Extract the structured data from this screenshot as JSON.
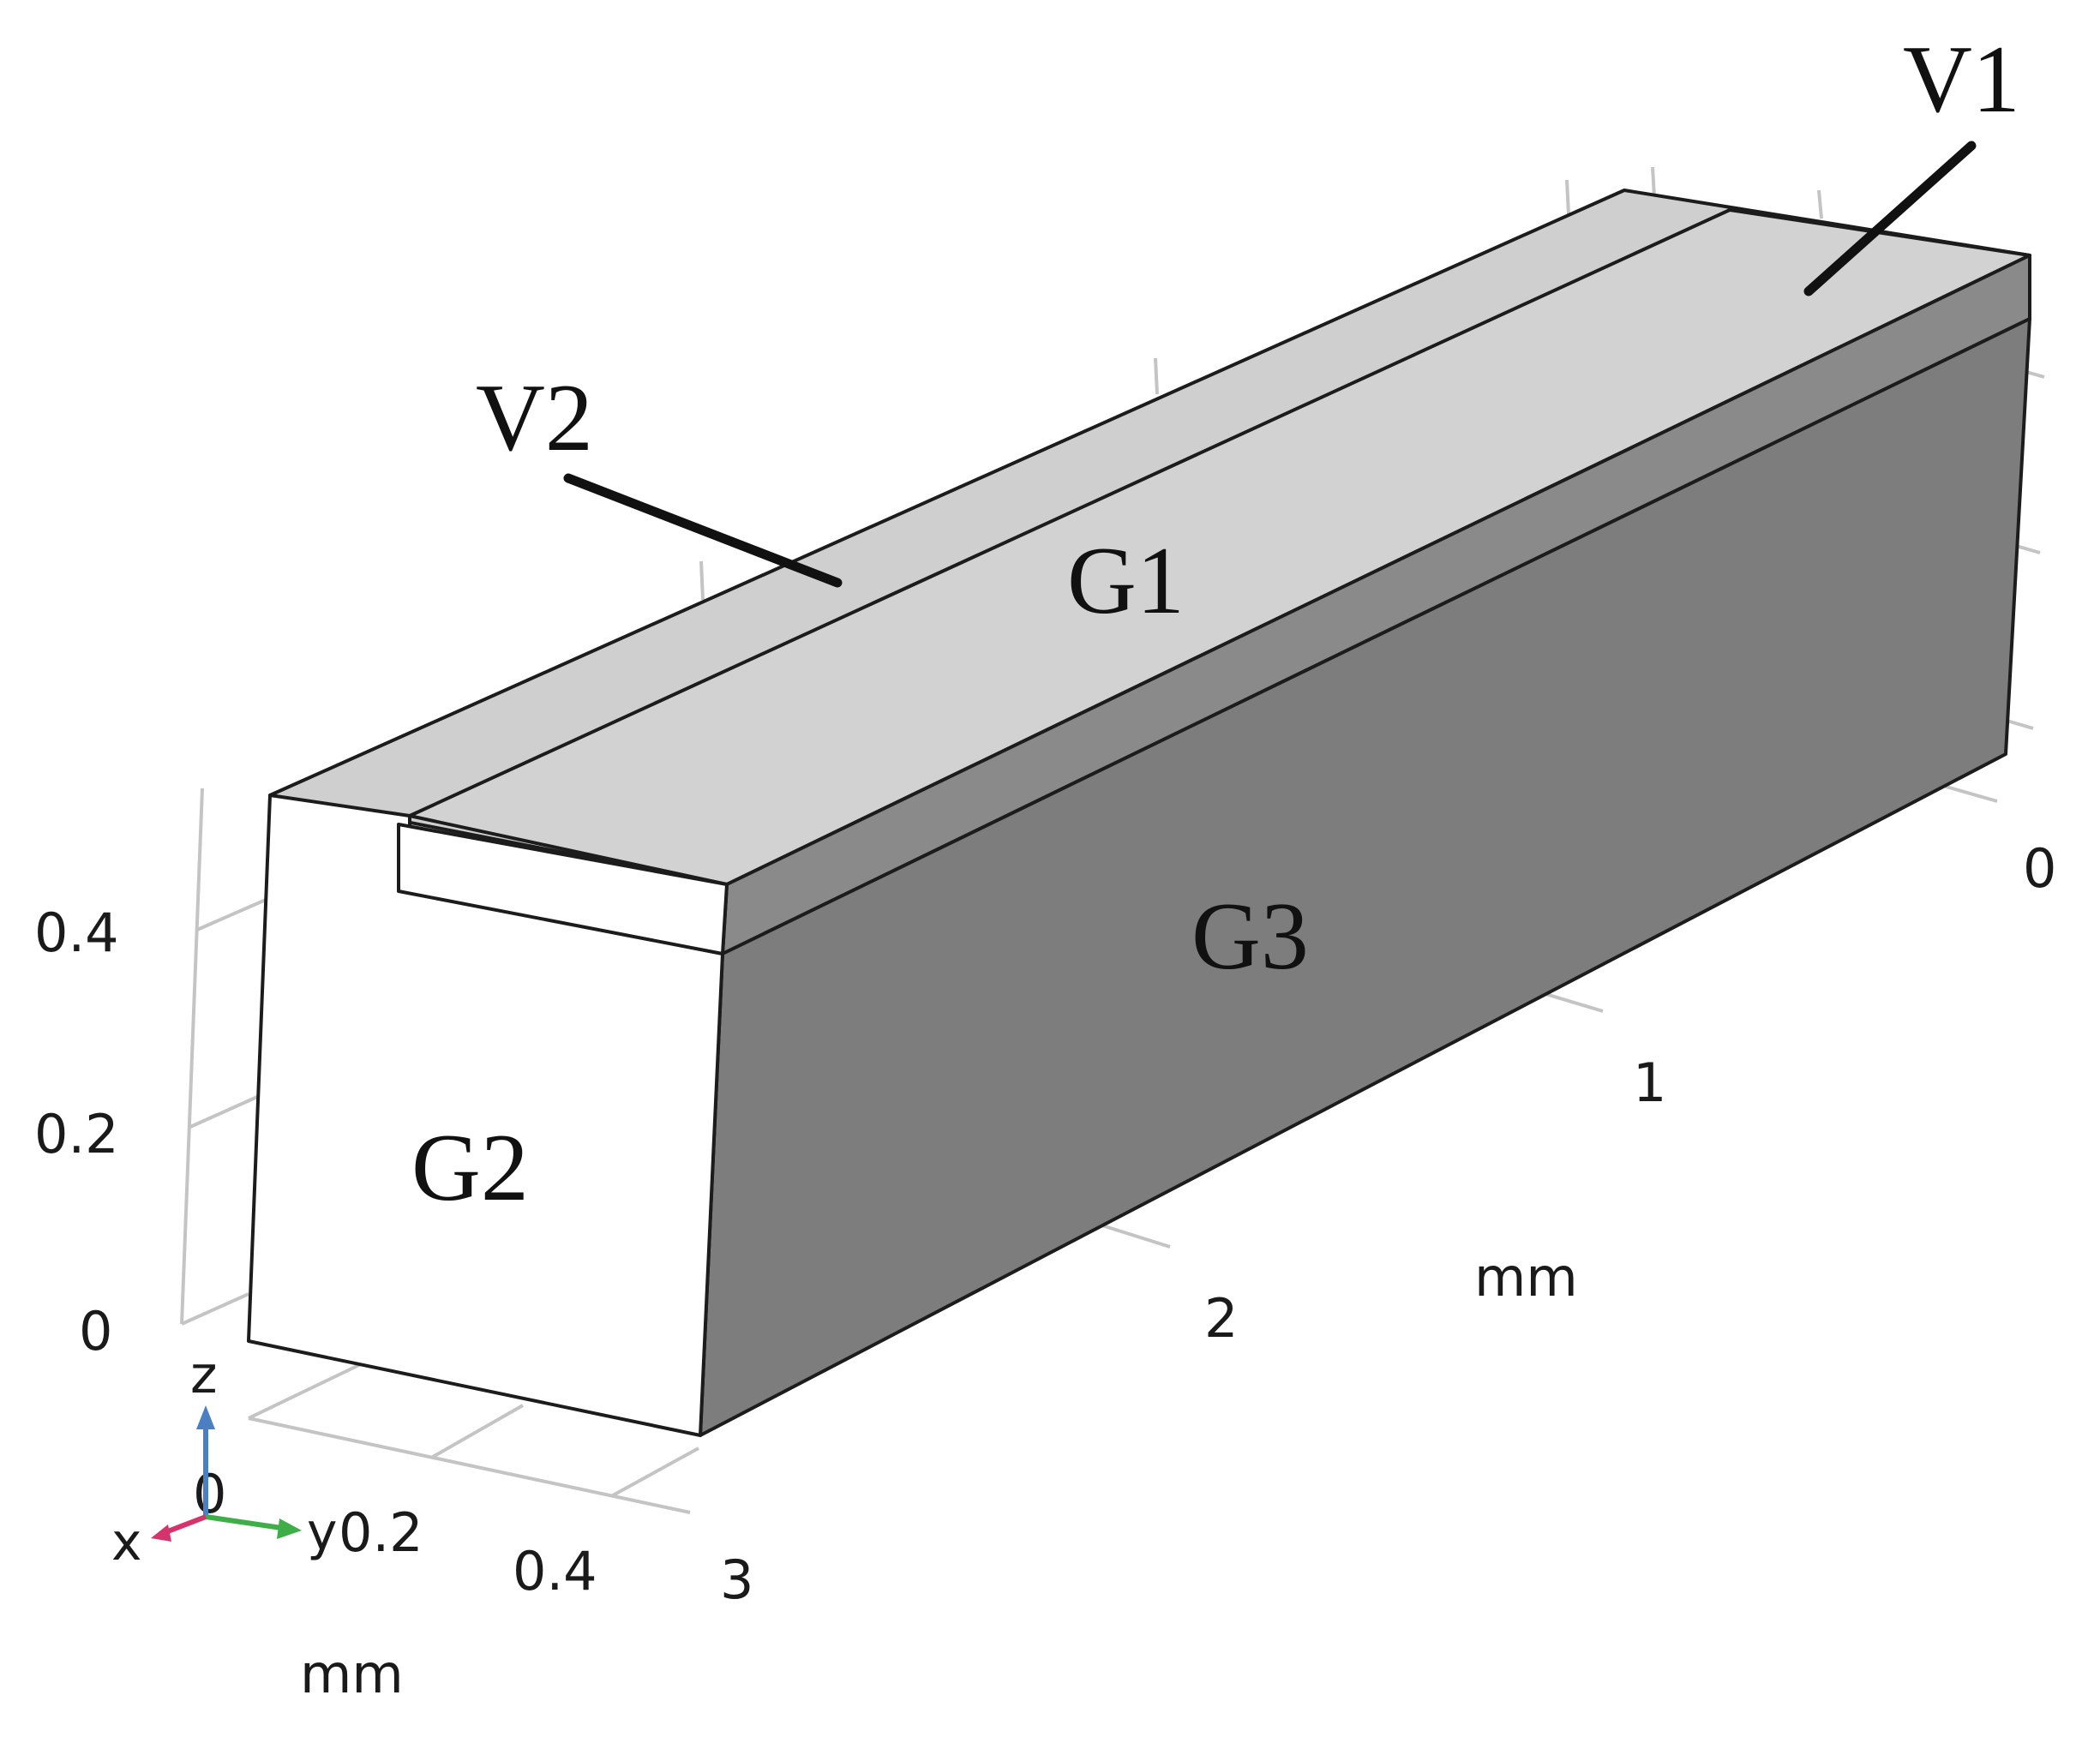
{
  "labels": {
    "v1": "V1",
    "v2": "V2",
    "g1": "G1",
    "g2": "G2",
    "g3": "G3"
  },
  "axes": {
    "z_ticks": [
      "0.4",
      "0.2",
      "0"
    ],
    "x_ticks": [
      "0",
      "0.2",
      "0.4"
    ],
    "y_ticks": [
      "0",
      "1",
      "2",
      "3"
    ],
    "unit_xz": "mm",
    "unit_y": "mm"
  },
  "triad": {
    "x": "x",
    "y": "y",
    "z": "z"
  },
  "colors": {
    "top_face": "#cfcfcf",
    "side_face": "#7d7d7d",
    "end_face": "#ffffff",
    "triad_x": "#d6336c",
    "triad_y": "#3fae49",
    "triad_z": "#4a7fc1"
  }
}
